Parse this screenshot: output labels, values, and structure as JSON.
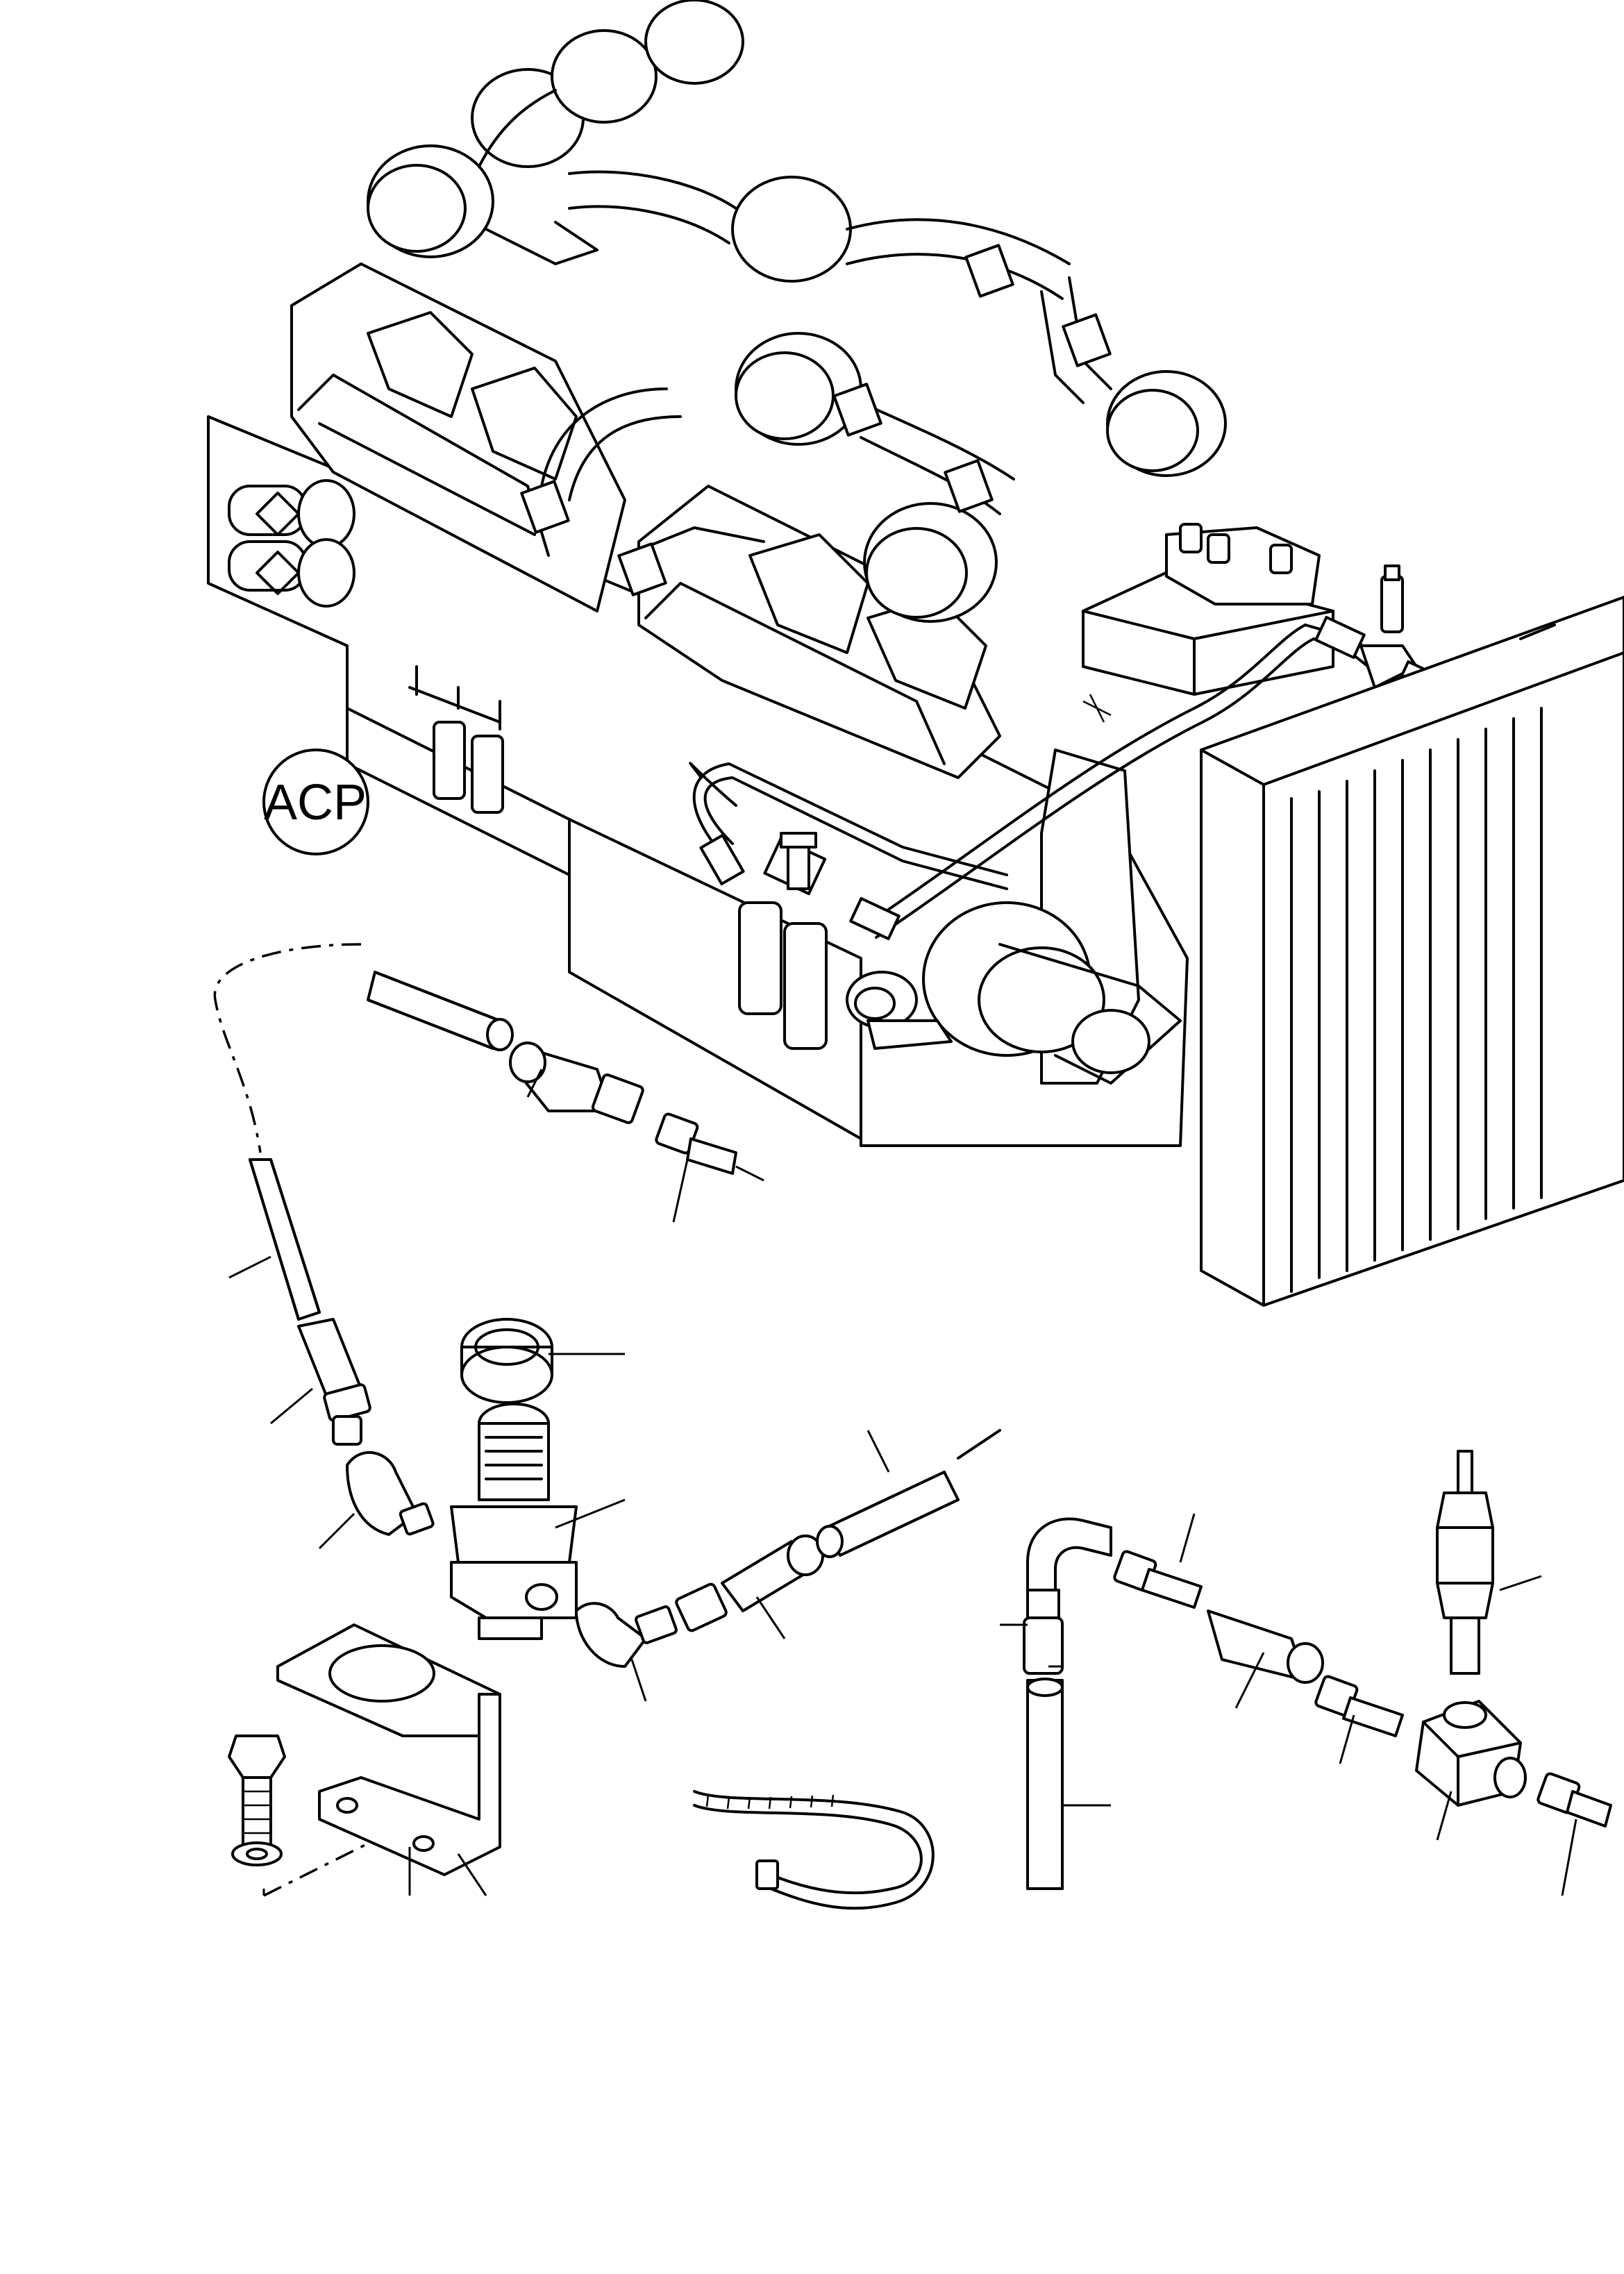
{
  "diagram": {
    "callout": {
      "label": "ACP"
    },
    "colors": {
      "line": "#000000",
      "background": "#ffffff"
    },
    "icons": [
      "engine-assembly",
      "radiator",
      "air-filter-regulator",
      "hose-clamp",
      "mounting-bracket",
      "tee-fitting"
    ]
  }
}
